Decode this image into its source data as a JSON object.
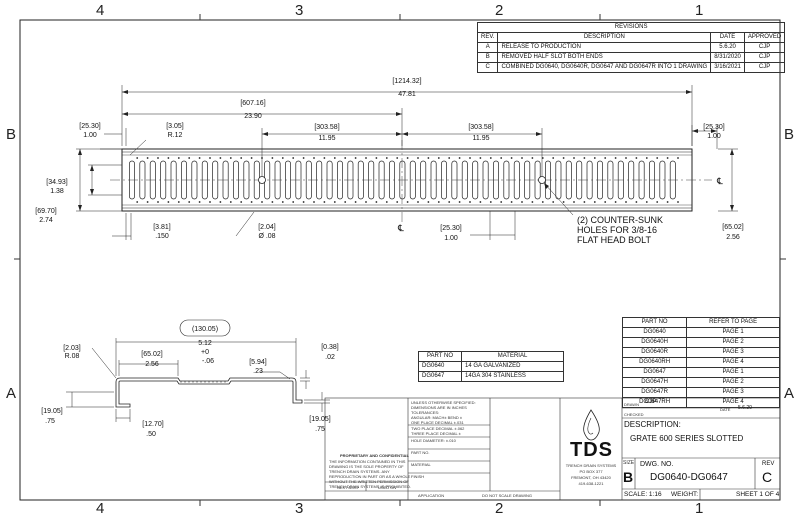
{
  "zones": {
    "top": [
      "4",
      "3",
      "2",
      "1"
    ],
    "bottom": [
      "4",
      "3",
      "2",
      "1"
    ],
    "left": [
      "B",
      "A"
    ],
    "right": [
      "B",
      "A"
    ]
  },
  "revisions": {
    "title": "REVISIONS",
    "headers": [
      "REV.",
      "DESCRIPTION",
      "DATE",
      "APPROVED"
    ],
    "rows": [
      [
        "A",
        "RELEASE TO PRODUCTION",
        "5.6.20",
        "CJP"
      ],
      [
        "B",
        "REMOVED HALF SLOT BOTH ENDS",
        "8/31/2020",
        "CJP"
      ],
      [
        "C",
        "COMBINED DG0640, DG0640R, DG0647 AND DG0647R INTO 1 DRAWING",
        "3/16/2021",
        "CJP"
      ]
    ]
  },
  "plan_dims": {
    "overall_mm": "[1214.32]",
    "overall_in": "47.81",
    "half_mm": "[607.16]",
    "half_in": "23.90",
    "qtr_left_mm": "[303.58]",
    "qtr_left_in": "11.95",
    "qtr_right_mm": "[303.58]",
    "qtr_right_in": "11.95",
    "end_left_mm": "[25.30]",
    "end_left_in": "1.00",
    "end_right_mm": "[25.30]",
    "end_right_in": "1.00",
    "radius_mm": "[3.05]",
    "radius_in": "R.12",
    "slot_mm": "[34.93]",
    "slot_in": "1.38",
    "width_mm": "[69.70]",
    "width_in": "2.74",
    "pitch_mm": "[3.81]",
    "pitch_in": ".150",
    "hole_mm": "[2.04]",
    "hole_in": "Ø .08",
    "bolt_off_mm": "[25.30]",
    "bolt_off_in": "1.00",
    "height_mm": "[65.02]",
    "height_in": "2.56",
    "note_lines": [
      "(2) COUNTER-SUNK",
      "HOLES FOR 3/8-16",
      "FLAT HEAD BOLT"
    ],
    "centerline_symbol": "℄"
  },
  "section_dims": {
    "overall_mm": "(130.05)",
    "overall_in": "5.12",
    "tol_plus": "+0",
    "tol_minus": "-.06",
    "inner_mm": "[65.02]",
    "inner_in": "2.56",
    "radius_mm": "[2.03]",
    "radius_in": "R.08",
    "step_mm": "[5.94]",
    "step_in": ".23",
    "thick_mm": "[0.38]",
    "thick_in": ".02",
    "leg_left_mm": "[19.05]",
    "leg_left_in": ".75",
    "foot_mm": "[12.70]",
    "foot_in": ".50",
    "leg_right_mm": "[19.05]",
    "leg_right_in": ".75"
  },
  "material_table": {
    "headers": [
      "PART NO",
      "MATERIAL"
    ],
    "rows": [
      [
        "DG0640",
        "14 GA GALVANIZED"
      ],
      [
        "DG0647",
        "14GA 304 STAINLESS"
      ]
    ]
  },
  "parts_table": {
    "headers": [
      "PART NO",
      "REFER TO PAGE"
    ],
    "rows": [
      [
        "DG0640",
        "PAGE 1"
      ],
      [
        "DG0640H",
        "PAGE 2"
      ],
      [
        "DG0640R",
        "PAGE 3"
      ],
      [
        "DG0640RH",
        "PAGE 4"
      ],
      [
        "DG0647",
        "PAGE 1"
      ],
      [
        "DG0647H",
        "PAGE 2"
      ],
      [
        "DG0647R",
        "PAGE 3"
      ],
      [
        "DG0647RH",
        "PAGE 4"
      ]
    ]
  },
  "title_block": {
    "drawn_label": "DRAWN",
    "drawn_value": "CJP",
    "date_label": "DATE",
    "date_value": "5.6.20",
    "checked_label": "CHECKED",
    "description_label": "DESCRIPTION:",
    "description": "GRATE 600 SERIES SLOTTED",
    "size_label": "SIZE",
    "size": "B",
    "dwg_label": "DWG. NO.",
    "dwg_no": "DG0640-DG0647",
    "rev_label": "REV",
    "rev": "C",
    "scale": "SCALE: 1:16",
    "weight": "WEIGHT:",
    "sheet": "SHEET 1 OF 4",
    "company_logo": "TDS",
    "company_lines": [
      "TRENCH DRAIN SYSTEMS",
      "PO BOX 377",
      "FREMONT, OH 43420",
      "419-638-1221"
    ],
    "tolerance_lines": [
      "UNLESS OTHERWISE SPECIFIED:",
      "DIMENSIONS ARE IN INCHES",
      "TOLERANCES:",
      "ANGULAR: MACH±   BEND ±",
      "ONE PLACE DECIMAL ±.031",
      "TWO PLACE DECIMAL   ±.062",
      "THREE PLACE DECIMAL  ±",
      "HOLE DIAMETER: ±.010"
    ],
    "proprietary_title": "PROPRIETARY AND CONFIDENTIAL",
    "proprietary_lines": [
      "THE INFORMATION CONTAINED IN THIS",
      "DRAWING IS THE SOLE PROPERTY OF",
      "TRENCH DRAIN SYSTEMS.  ANY",
      "REPRODUCTION IN PART OR AS A WHOLE",
      "WITHOUT THE WRITTEN PERMISSION OF",
      "TRENCH DRAIN SYSTEMS IS PROHIBITED."
    ],
    "part_no_label": "PART NO.",
    "material_label": "MATERIAL",
    "finish_label": "FINISH",
    "next_assy": "NEXT ASSY",
    "used_on": "USED ON",
    "application": "APPLICATION",
    "do_not_scale": "DO NOT SCALE DRAWING"
  }
}
